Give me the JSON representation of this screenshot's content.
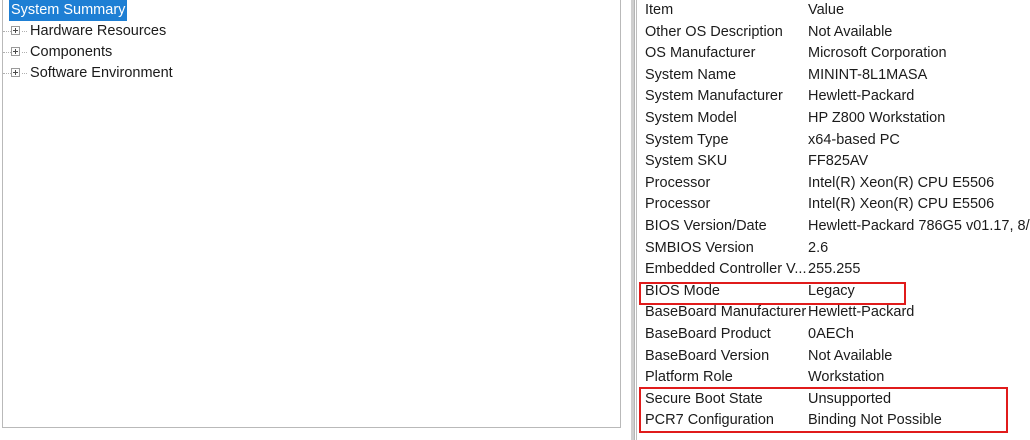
{
  "tree": {
    "items": [
      {
        "label": "System Summary",
        "selected": true,
        "expandable": false
      },
      {
        "label": "Hardware Resources",
        "selected": false,
        "expandable": true
      },
      {
        "label": "Components",
        "selected": false,
        "expandable": true
      },
      {
        "label": "Software Environment",
        "selected": false,
        "expandable": true
      }
    ]
  },
  "details": {
    "columns": {
      "item": "Item",
      "value": "Value"
    },
    "rows": [
      {
        "item": "Other OS Description",
        "value": "Not Available"
      },
      {
        "item": "OS Manufacturer",
        "value": "Microsoft Corporation"
      },
      {
        "item": "System Name",
        "value": "MININT-8L1MASA"
      },
      {
        "item": "System Manufacturer",
        "value": "Hewlett-Packard"
      },
      {
        "item": "System Model",
        "value": "HP Z800 Workstation"
      },
      {
        "item": "System Type",
        "value": "x64-based PC"
      },
      {
        "item": "System SKU",
        "value": "FF825AV"
      },
      {
        "item": "Processor",
        "value": "Intel(R) Xeon(R) CPU          E5506"
      },
      {
        "item": "Processor",
        "value": "Intel(R) Xeon(R) CPU          E5506"
      },
      {
        "item": "BIOS Version/Date",
        "value": "Hewlett-Packard 786G5 v01.17, 8/"
      },
      {
        "item": "SMBIOS Version",
        "value": "2.6"
      },
      {
        "item": "Embedded Controller V...",
        "value": "255.255"
      },
      {
        "item": "BIOS Mode",
        "value": "Legacy"
      },
      {
        "item": "BaseBoard Manufacturer",
        "value": "Hewlett-Packard"
      },
      {
        "item": "BaseBoard Product",
        "value": "0AECh"
      },
      {
        "item": "BaseBoard Version",
        "value": "Not Available"
      },
      {
        "item": "Platform Role",
        "value": "Workstation"
      },
      {
        "item": "Secure Boot State",
        "value": "Unsupported"
      },
      {
        "item": "PCR7 Configuration",
        "value": "Binding Not Possible"
      }
    ]
  },
  "annotations": {
    "highlight_color": "#e01b1b",
    "boxes": [
      {
        "name": "bios-mode-highlight",
        "target": "BIOS Mode"
      },
      {
        "name": "secure-boot-highlight",
        "target": "Secure Boot State / PCR7 Configuration"
      }
    ]
  },
  "colors": {
    "selection_blue": "#1e7fd4",
    "selection_text": "#ffffff",
    "text": "#1b1b1b",
    "panel_border": "#b9b9b9",
    "background": "#ffffff"
  }
}
